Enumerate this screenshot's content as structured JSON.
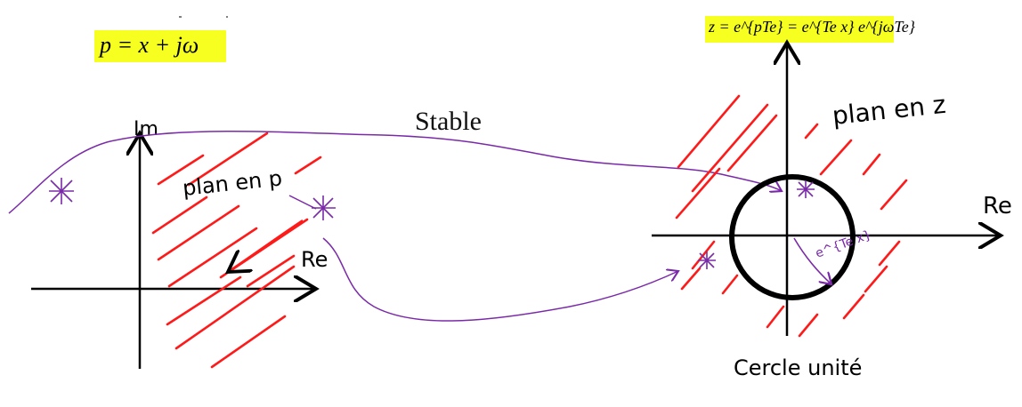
{
  "formulas": {
    "p_plane": "p = x + jω",
    "z_plane": "z = e^{pTe} = e^{Te x} e^{jωTe}"
  },
  "labels": {
    "stable": "Stable",
    "im_axis": "Im",
    "re_axis_left": "Re",
    "re_axis_right": "Re",
    "plan_p": "plan en p",
    "plan_z": "plan en z",
    "unit_circle": "Cercle unité",
    "radius": "e^{Te x}"
  },
  "colors": {
    "hatch": "#ff1a1a",
    "curve": "#7a2aa8",
    "axis": "#000000",
    "highlight": "#f6ff1f"
  }
}
